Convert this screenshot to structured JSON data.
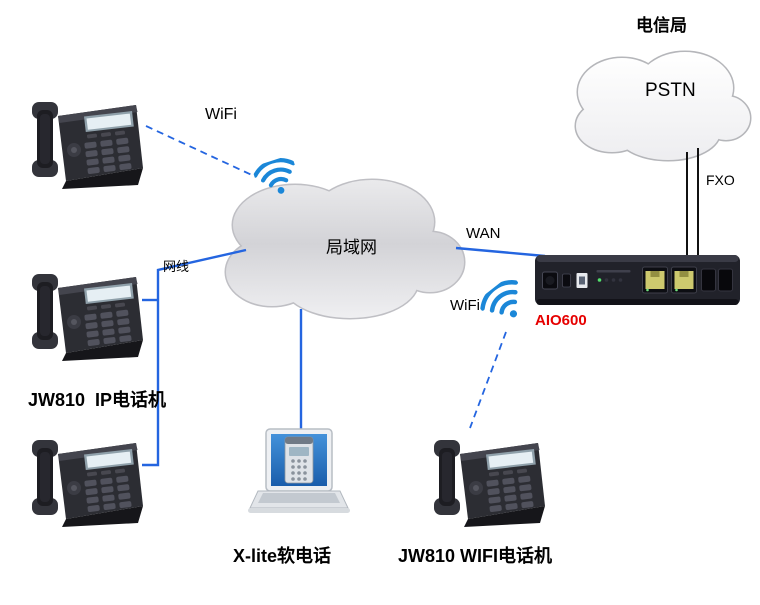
{
  "labels": {
    "telecom_office": "电信局",
    "pstn": "PSTN",
    "fxo": "FXO",
    "wan": "WAN",
    "wifi_lan": "WiFi",
    "wifi_gateway": "WiFi",
    "lan": "局域网",
    "ethernet": "网线",
    "gateway_model": "AIO600",
    "ip_phones_caption": "JW810  IP电话机",
    "softphone_caption": "X-lite软电话",
    "wifi_phone_caption": "JW810 WIFI电话机"
  },
  "colors": {
    "wire_blue": "#2465e0",
    "wifi_blue": "#1b87d8",
    "model_red": "#e60000",
    "fxo_line": "#111111"
  }
}
